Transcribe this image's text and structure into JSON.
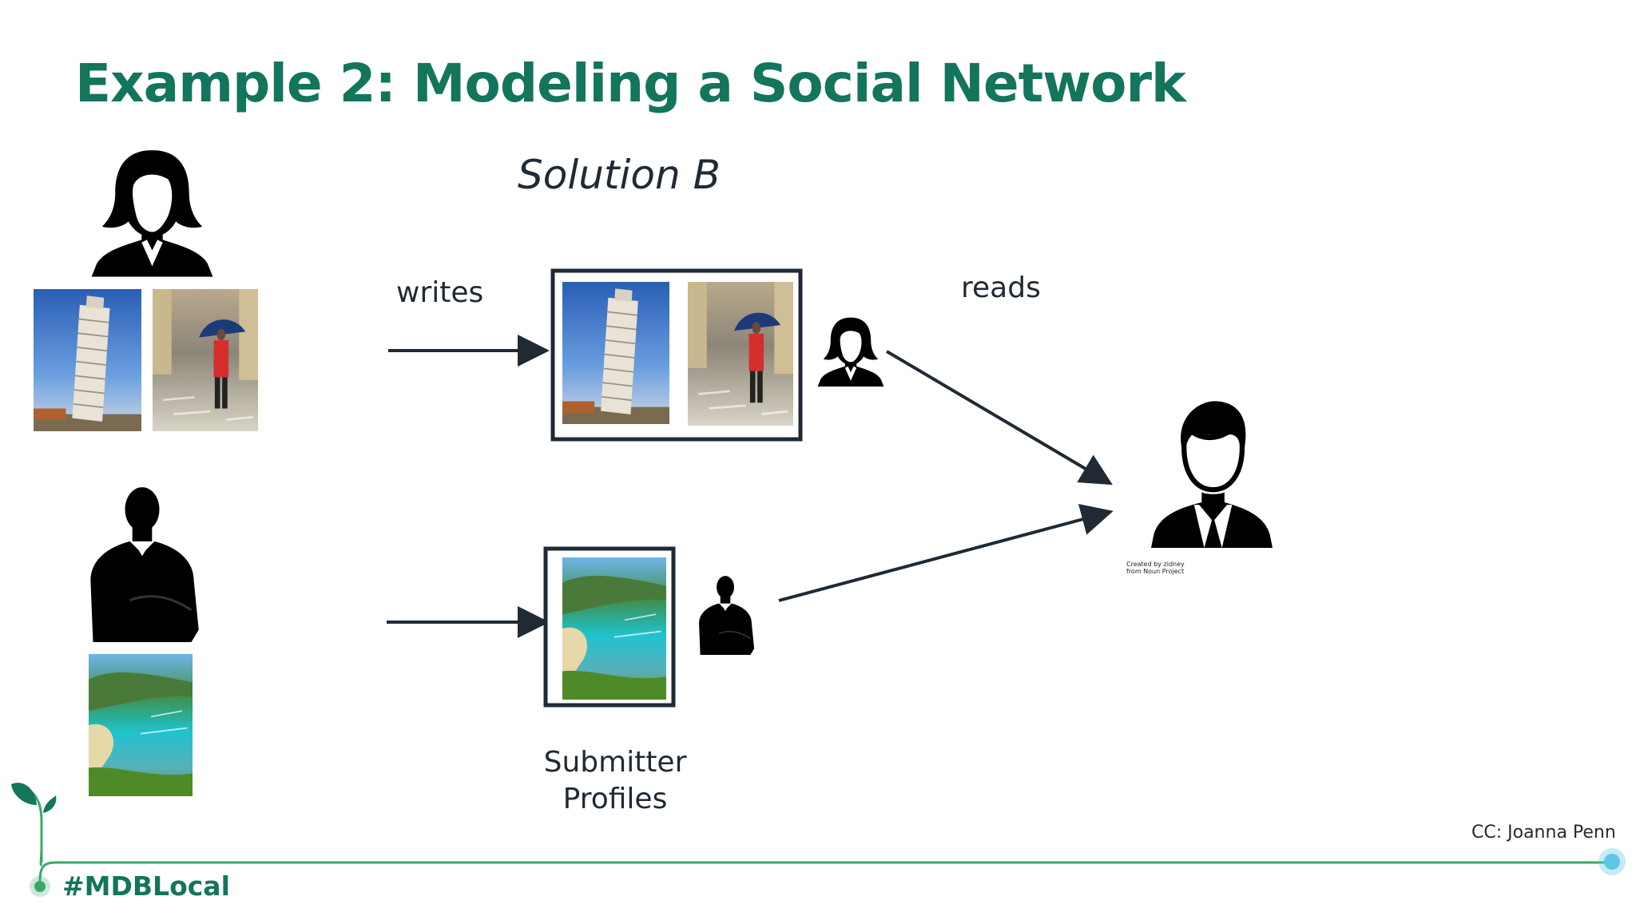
{
  "slide": {
    "title": "Example 2: Modeling a Social Network",
    "subtitle": "Solution B",
    "edge_writes": "writes",
    "edge_reads": "reads",
    "collection_label_line1": "Submitter",
    "collection_label_line2": "Profiles",
    "photo_credit": "CC: Joanna Penn",
    "icon_credit_line1": "Created by zidney",
    "icon_credit_line2": "from Noun Project",
    "hashtag": "#MDBLocal"
  },
  "colors": {
    "brand_green": "#13755b",
    "arrow": "#1f2a35",
    "timeline": "#3aa86b",
    "timeline_dot": "#5cc7e6"
  },
  "icons": [
    "woman-silhouette-icon",
    "man-suit-silhouette-icon",
    "reader-person-icon",
    "leaf-sprout-icon"
  ],
  "photos": [
    "leaning-tower-photo",
    "flooded-street-photo",
    "tropical-bay-photo"
  ]
}
